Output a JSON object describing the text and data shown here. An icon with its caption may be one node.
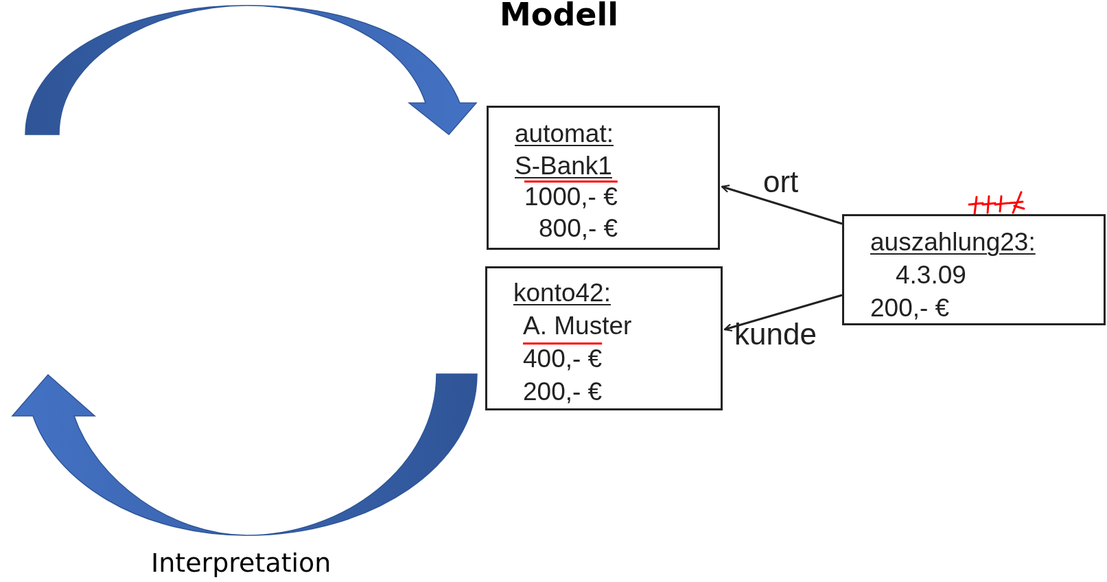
{
  "diagram": {
    "title": "Modell",
    "nodes": [
      {
        "text": [
          "automat: S-Bank1",
          "1000,- €",
          "800,- €"
        ]
      },
      {
        "text": [
          "konto42:",
          "A. Muster",
          "400,- €",
          "200,- €"
        ]
      },
      {
        "text": [
          "auszahlung23:",
          "4.3.09",
          "200,- €"
        ]
      }
    ],
    "edges": [
      {
        "from": 2,
        "to": 0,
        "arrow": "to",
        "label": "ort"
      },
      {
        "from": 2,
        "to": 1,
        "arrow": "to",
        "label": "kunde"
      }
    ],
    "labels": [
      "Interpretation"
    ]
  }
}
